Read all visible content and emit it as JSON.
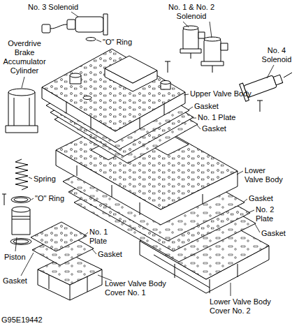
{
  "diagram": {
    "labels": [
      "No. 3 Solenoid",
      "No. 1 & No. 2 Solenoid",
      "\"O\" Ring",
      "Overdrive Brake Accumulator Cylinder",
      "No. 4 Solenoid",
      "Upper Valve Body",
      "Gasket",
      "No. 1 Plate",
      "Gasket",
      "Lower Valve Body",
      "Spring",
      "\"O\" Ring",
      "Gasket",
      "No. 2 Plate",
      "Gasket",
      "No. 1 Plate",
      "Piston",
      "Gasket",
      "Gasket",
      "Lower Valve Body Cover No. 1",
      "Lower Valve Body Cover No. 2",
      "G95E19442"
    ]
  }
}
